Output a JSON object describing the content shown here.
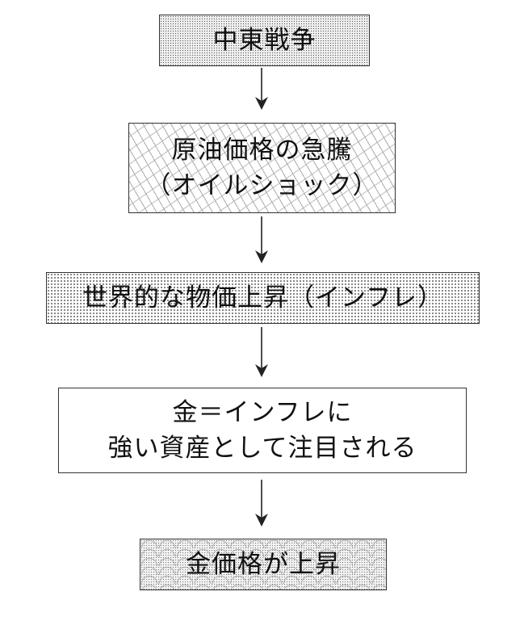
{
  "boxes": [
    {
      "lines": [
        "中東戦争"
      ]
    },
    {
      "lines": [
        "原油価格の急騰",
        "（オイルショック）"
      ]
    },
    {
      "lines": [
        "世界的な物価上昇（インフレ）"
      ]
    },
    {
      "lines": [
        "金＝インフレに",
        "強い資産として注目される"
      ]
    },
    {
      "lines": [
        "金価格が上昇"
      ]
    }
  ]
}
